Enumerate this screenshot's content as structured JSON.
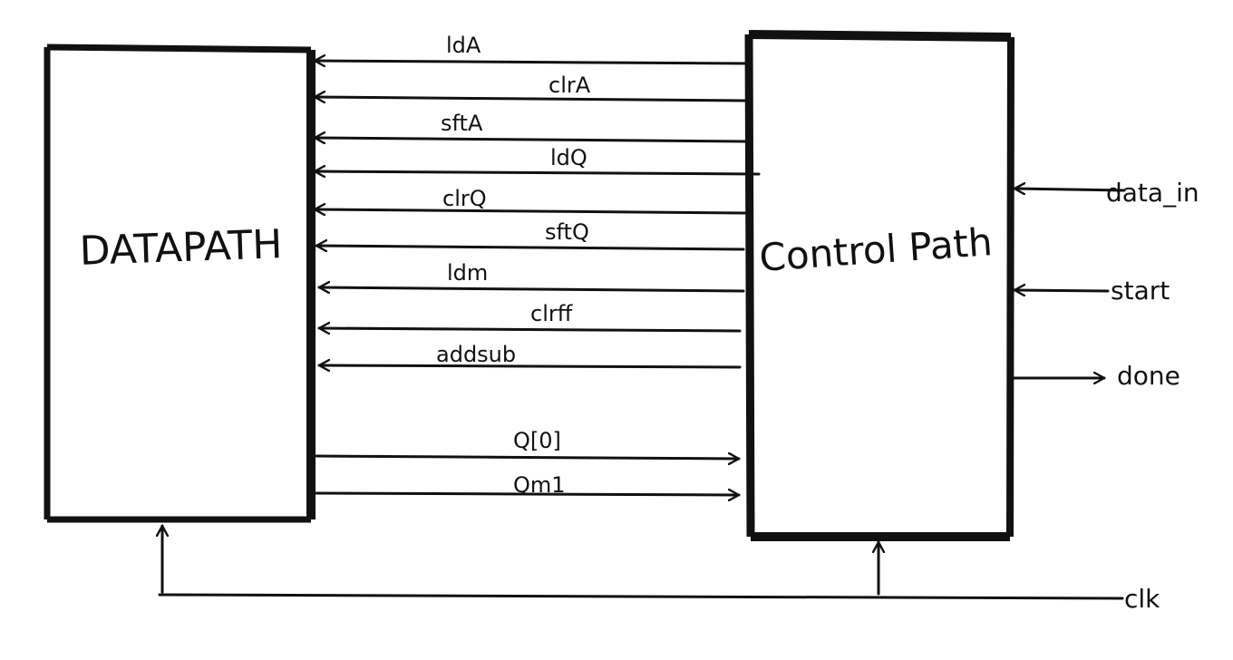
{
  "blocks": {
    "datapath": "DATAPATH",
    "control": "Control Path"
  },
  "control_to_datapath": [
    "ldA",
    "clrA",
    "sftA",
    "ldQ",
    "clrQ",
    "sftQ",
    "ldm",
    "clrff",
    "addsub"
  ],
  "datapath_to_control": [
    "Q[0]",
    "Qm1"
  ],
  "control_inputs": [
    "data_in",
    "start"
  ],
  "control_outputs": [
    "done"
  ],
  "clock": "clk"
}
